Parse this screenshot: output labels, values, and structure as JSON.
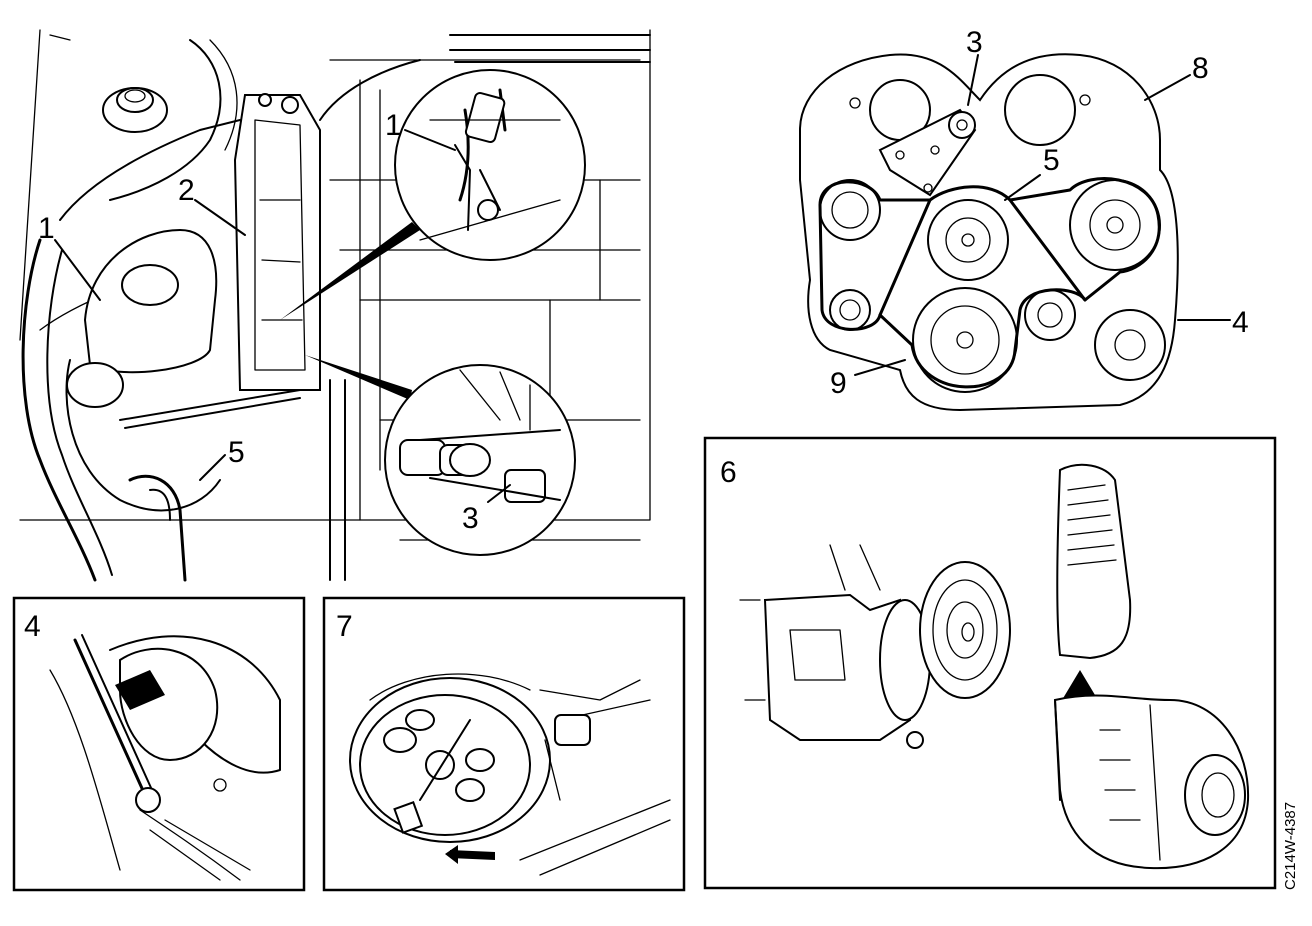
{
  "main_view": {
    "callouts": [
      {
        "id": "c1a",
        "text": "1"
      },
      {
        "id": "c1b",
        "text": "1"
      },
      {
        "id": "c2",
        "text": "2"
      },
      {
        "id": "c3",
        "text": "3"
      },
      {
        "id": "c5",
        "text": "5"
      }
    ]
  },
  "belt_routing_view": {
    "callouts": [
      {
        "id": "c3",
        "text": "3"
      },
      {
        "id": "c8",
        "text": "8"
      },
      {
        "id": "c5",
        "text": "5"
      },
      {
        "id": "c4",
        "text": "4"
      },
      {
        "id": "c9",
        "text": "9"
      }
    ]
  },
  "panels": {
    "p4": {
      "label": "4"
    },
    "p7": {
      "label": "7"
    },
    "p6": {
      "label": "6"
    }
  },
  "document_id": "C214W-4387"
}
